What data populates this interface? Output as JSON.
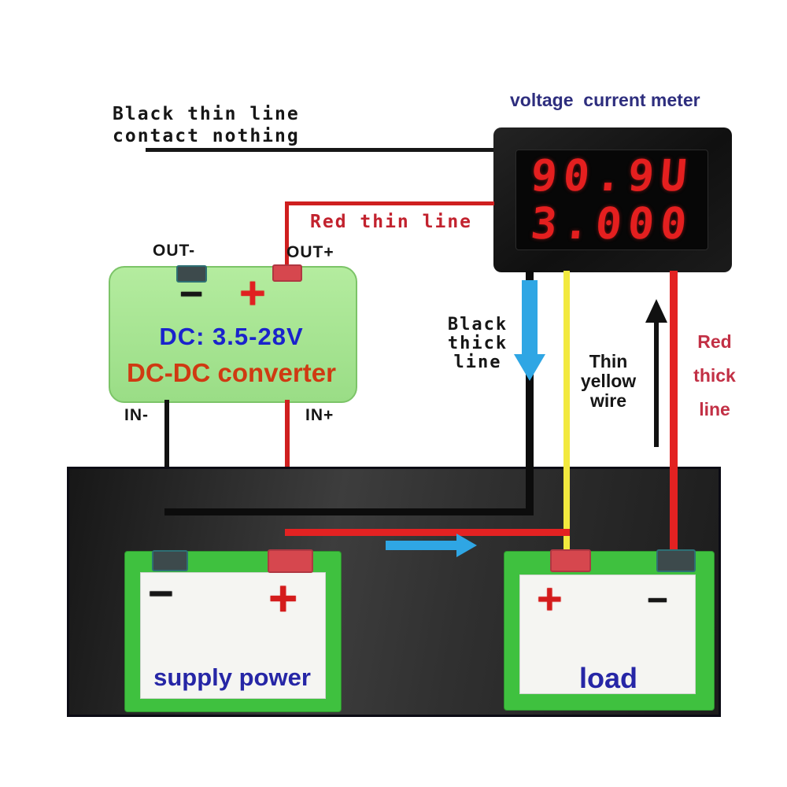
{
  "notes_top": {
    "line1": "Black thin line",
    "line2": "contact nothing"
  },
  "meter": {
    "title": "voltage  current meter",
    "line1": "90.9U",
    "line2": "3.000"
  },
  "wire_labels": {
    "red_thin": "Red thin line",
    "black_thick": [
      "Black",
      "thick",
      "line"
    ],
    "thin_yellow": [
      "Thin",
      "yellow",
      "wire"
    ],
    "red_thick": [
      "Red",
      "thick",
      "line"
    ]
  },
  "converter": {
    "out_neg": "OUT-",
    "out_pos": "OUT+",
    "minus": "−",
    "plus": "+",
    "spec": "DC: 3.5-28V",
    "name": "DC-DC converter",
    "in_neg": "IN-",
    "in_pos": "IN+"
  },
  "supply": {
    "minus": "−",
    "plus": "+",
    "label": "supply power"
  },
  "load": {
    "plus": "+",
    "minus": "−",
    "label": "load"
  },
  "colors": {
    "wire_red": "#e32222",
    "wire_red_thin": "#cf1f1f",
    "wire_black": "#0c0c0c",
    "wire_yellow": "#f2e93e",
    "arrow_blue": "#2fa6e4",
    "digit_red": "#e41f1f",
    "converter_board_green": "#a5e492",
    "battery_green": "#3fc13f",
    "battery_label_navy": "#2626a6",
    "meter_title_navy": "#2e2e7e",
    "spec_blue": "#1a23cc",
    "converter_name_red": "#cf3a12",
    "red_label": "#c2222e"
  }
}
